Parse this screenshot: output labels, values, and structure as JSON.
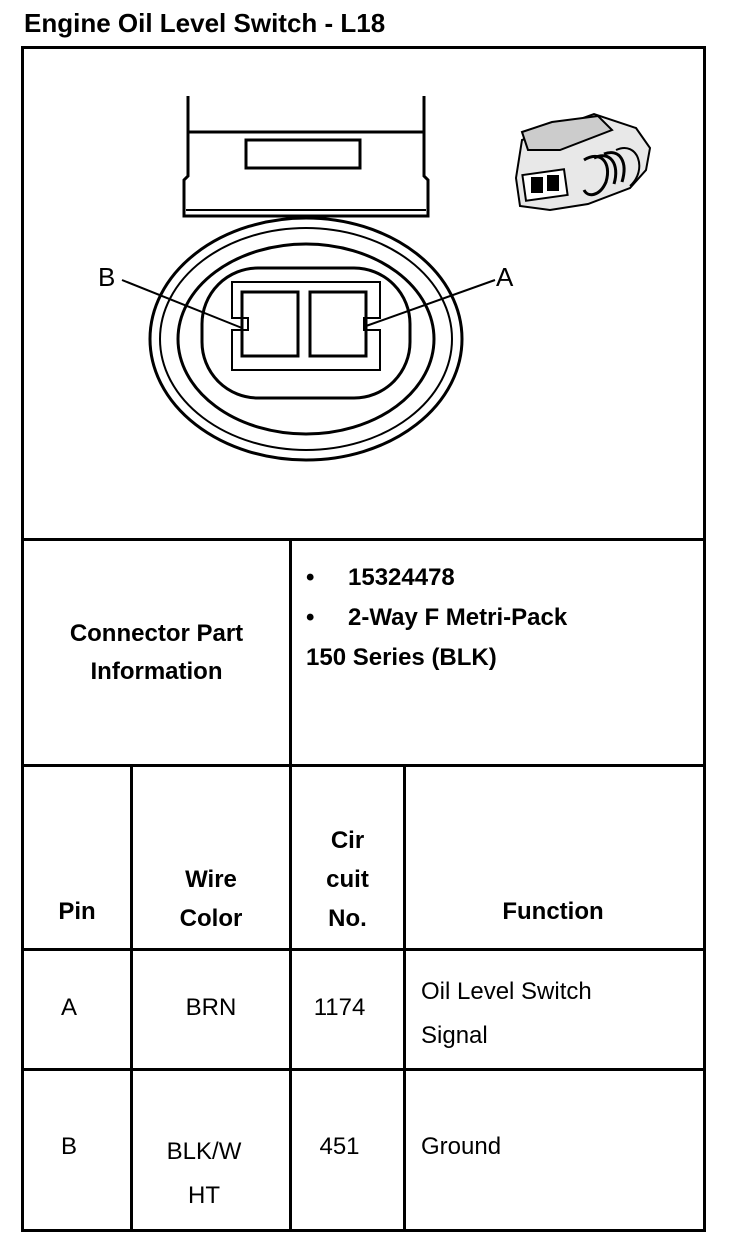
{
  "title": "Engine Oil Level Switch - L18",
  "diagram": {
    "pin_labels": [
      "B",
      "A"
    ],
    "views": [
      "connector-face-view",
      "connector-isometric-view"
    ]
  },
  "connector_info": {
    "label_line1": "Connector Part",
    "label_line2": "Information",
    "bullet": "•",
    "part_number": "15324478",
    "description_line1": "2-Way F Metri-Pack",
    "description_line2": "150 Series (BLK)"
  },
  "table": {
    "headers": {
      "pin": "Pin",
      "wire_color_line1": "Wire",
      "wire_color_line2": "Color",
      "circuit_line1": "Cir",
      "circuit_line2": "cuit",
      "circuit_line3": "No.",
      "function": "Function"
    },
    "rows": [
      {
        "pin": "A",
        "wire_line1": "BRN",
        "wire_line2": "",
        "circuit": "1174",
        "function_line1": "Oil Level Switch",
        "function_line2": "Signal"
      },
      {
        "pin": "B",
        "wire_line1": "BLK/W",
        "wire_line2": "HT",
        "circuit": "451",
        "function_line1": "Ground",
        "function_line2": ""
      }
    ]
  }
}
